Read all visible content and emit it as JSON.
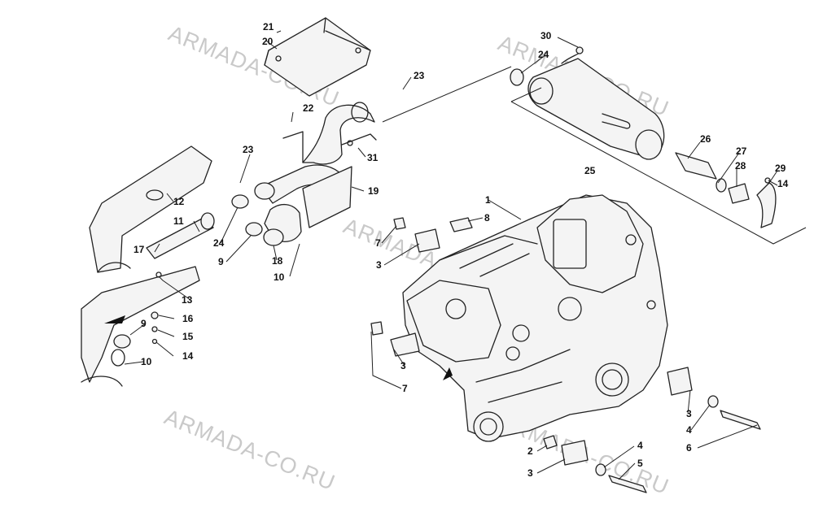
{
  "watermark": "ARMADA-CO.RU",
  "callouts": {
    "c1": "1",
    "c2": "2",
    "c3a": "3",
    "c3b": "3",
    "c3c": "3",
    "c3d": "3",
    "c4a": "4",
    "c4b": "4",
    "c5": "5",
    "c6": "6",
    "c7a": "7",
    "c7b": "7",
    "c8": "8",
    "c9a": "9",
    "c9b": "9",
    "c10a": "10",
    "c10b": "10",
    "c11": "11",
    "c12": "12",
    "c13": "13",
    "c14a": "14",
    "c14b": "14",
    "c15": "15",
    "c16": "16",
    "c17": "17",
    "c18": "18",
    "c19": "19",
    "c20": "20",
    "c21": "21",
    "c22": "22",
    "c23a": "23",
    "c23b": "23",
    "c24a": "24",
    "c24b": "24",
    "c25": "25",
    "c26": "26",
    "c27": "27",
    "c28": "28",
    "c29": "29",
    "c30": "30",
    "c31": "31"
  },
  "colors": {
    "line": "#222222",
    "watermark": "#c9c9c9",
    "background": "#ffffff"
  }
}
